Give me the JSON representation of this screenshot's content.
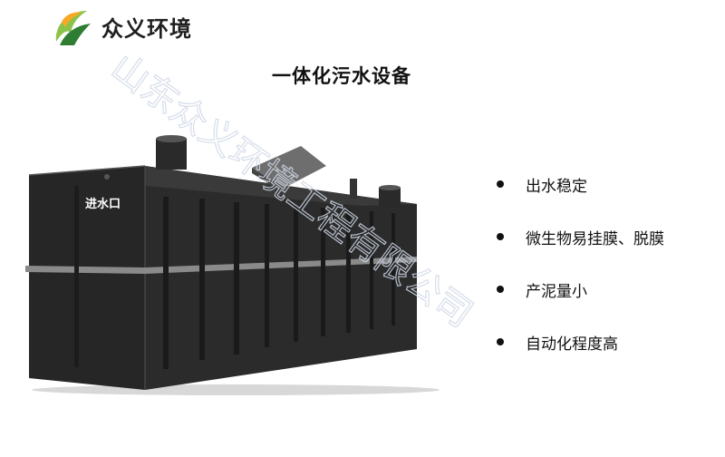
{
  "brand": {
    "name": "众义环境",
    "logo_icon": "leaf-swirl-logo-icon",
    "colors": {
      "green_dark": "#2e7d32",
      "green_light": "#8bc34a",
      "orange": "#f9a825"
    }
  },
  "header": {
    "title": "一体化污水设备"
  },
  "product_image": {
    "inlet_label": "进水口",
    "icon": "sewage-tank-equipment-image"
  },
  "features": [
    {
      "label": "出水稳定"
    },
    {
      "label": "微生物易挂膜、脱膜"
    },
    {
      "label": "产泥量小"
    },
    {
      "label": "自动化程度高"
    }
  ],
  "watermark": {
    "text": "山东众义环境工程有限公司"
  }
}
